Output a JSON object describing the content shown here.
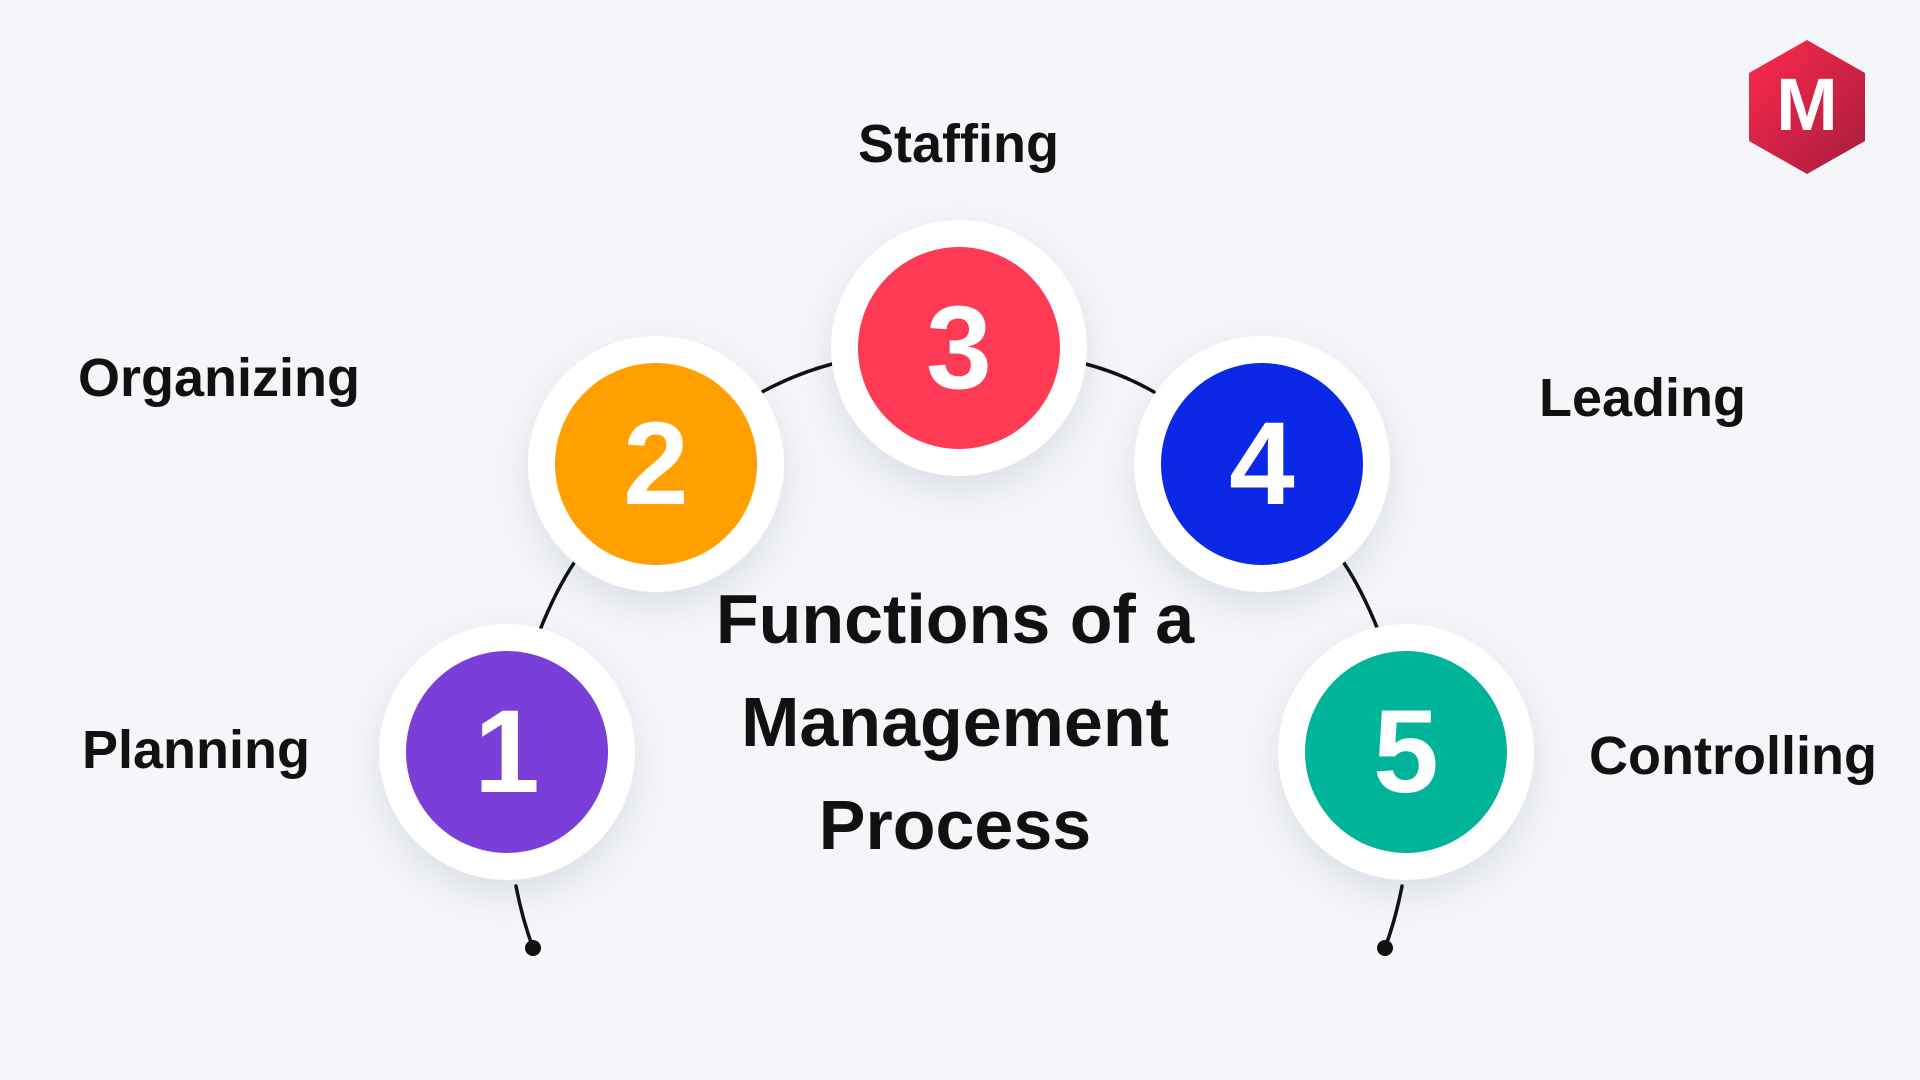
{
  "diagram": {
    "title_lines": [
      "Functions of a",
      "Management",
      "Process"
    ],
    "steps": [
      {
        "number": "1",
        "label": "Planning",
        "color": "#7a3ed9"
      },
      {
        "number": "2",
        "label": "Organizing",
        "color": "#ff9f00"
      },
      {
        "number": "3",
        "label": "Staffing",
        "color": "#ff3a55"
      },
      {
        "number": "4",
        "label": "Leading",
        "color": "#0b28e6"
      },
      {
        "number": "5",
        "label": "Controlling",
        "color": "#00b49a"
      }
    ]
  },
  "logo": {
    "letter": "M",
    "gradient_start": "#ff2a4e",
    "gradient_end": "#a61c3c"
  },
  "colors": {
    "background": "#f4f6fa",
    "text": "#111111",
    "connector": "#111111"
  }
}
